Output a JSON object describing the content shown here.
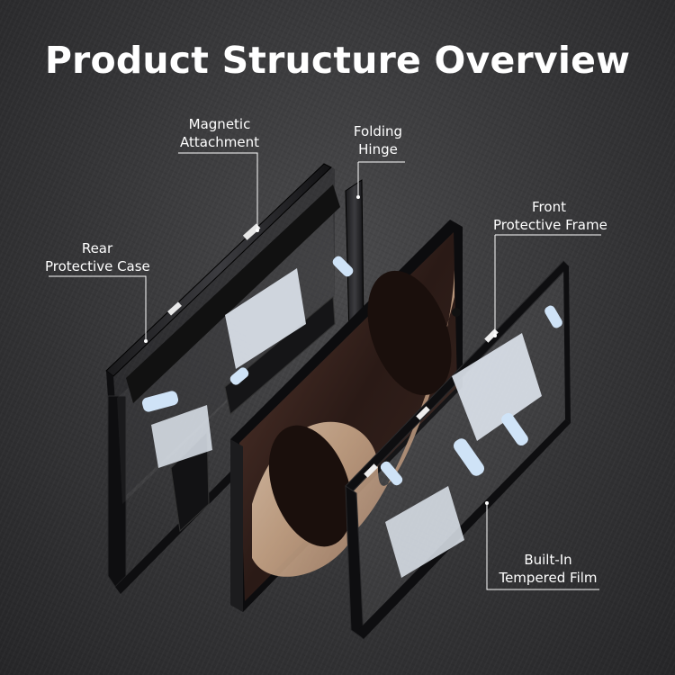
{
  "title": "Product Structure Overview",
  "labels": {
    "magnetic": {
      "line1": "Magnetic",
      "line2": "Attachment"
    },
    "hinge": {
      "line1": "Folding",
      "line2": "Hinge"
    },
    "rear": {
      "line1": "Rear",
      "line2": "Protective Case"
    },
    "front": {
      "line1": "Front",
      "line2": "Protective Frame"
    },
    "film": {
      "line1": "Built-In",
      "line2": "Tempered Film"
    }
  },
  "colors": {
    "background": "#3a3a3c",
    "text": "#ffffff",
    "case_black": "#0e0e10",
    "phone_screen": "#3a2a24",
    "screen_glow": "#e8d0b8"
  }
}
